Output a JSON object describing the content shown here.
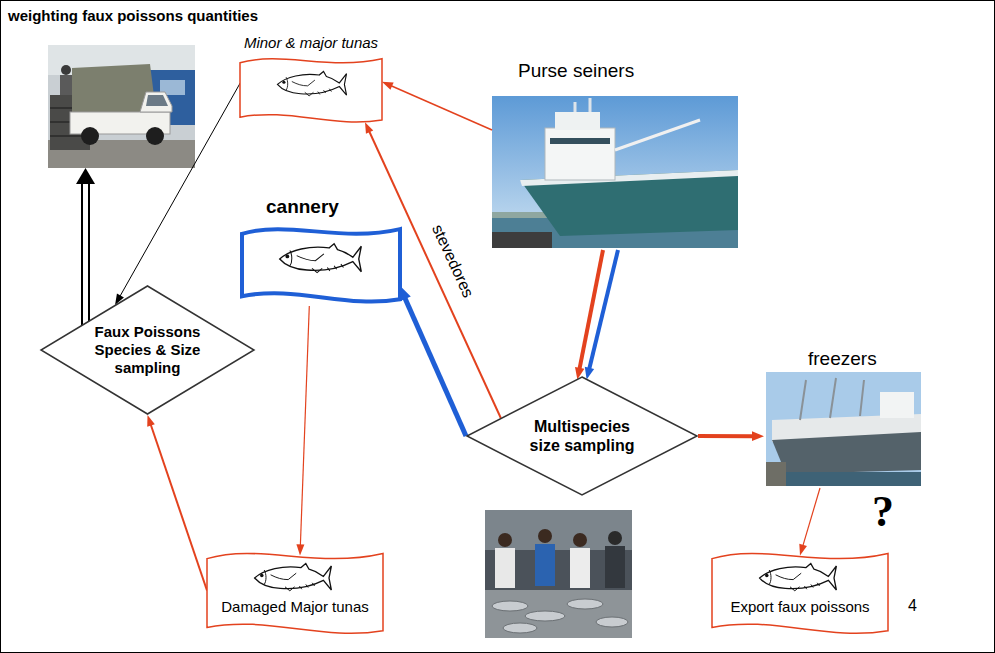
{
  "diagram": {
    "title": "weighting faux poissons quantities",
    "nodes": [
      {
        "text": [
          "Purse seiners"
        ]
      },
      {
        "text": [
          "Minor & major tunas"
        ]
      },
      {
        "text": [
          "Faux Poissons Species & Size sampling"
        ]
      },
      {
        "text": [
          "cannery"
        ]
      },
      {
        "text": [
          "Multispecies size sampling"
        ]
      },
      {
        "text": [
          "freezers"
        ]
      },
      {
        "text": [
          "Damaged Major tunas"
        ]
      },
      {
        "text": [
          "Export faux poissons"
        ]
      }
    ],
    "edges": [
      {
        "from": 0,
        "to": 4,
        "arrow": "to"
      },
      {
        "from": 0,
        "to": 4,
        "arrow": "to"
      },
      {
        "from": 0,
        "to": 1,
        "arrow": "to"
      },
      {
        "from": 4,
        "to": 1,
        "arrow": "to",
        "label": "stevedores"
      },
      {
        "from": 4,
        "to": 3,
        "arrow": "to"
      },
      {
        "from": 4,
        "to": 5,
        "arrow": "to"
      },
      {
        "from": 3,
        "to": 6,
        "arrow": "to"
      },
      {
        "from": 5,
        "to": 7,
        "arrow": "to"
      },
      {
        "from": 6,
        "to": 2,
        "arrow": "to"
      },
      {
        "from": 1,
        "to": 2,
        "arrow": "to"
      }
    ],
    "labels": [
      "?",
      "4"
    ]
  }
}
